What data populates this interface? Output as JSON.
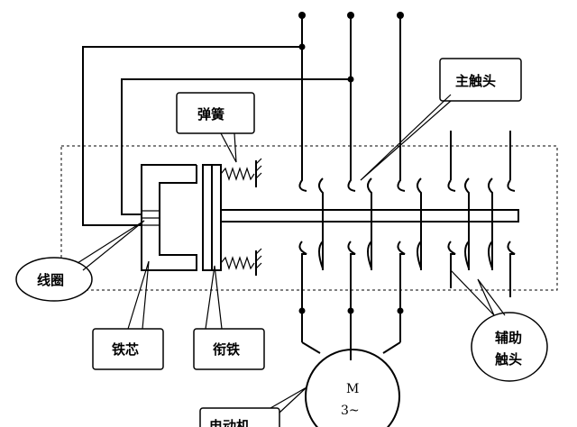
{
  "labels": {
    "spring": "弹簧",
    "main_contact": "主触头",
    "coil": "线圈",
    "iron_core": "铁芯",
    "armature": "衔铁",
    "aux_contact_line1": "辅助",
    "aux_contact_line2": "触头",
    "motor_label": "电动机"
  },
  "motor": {
    "line1": "M",
    "line2": "3~"
  }
}
